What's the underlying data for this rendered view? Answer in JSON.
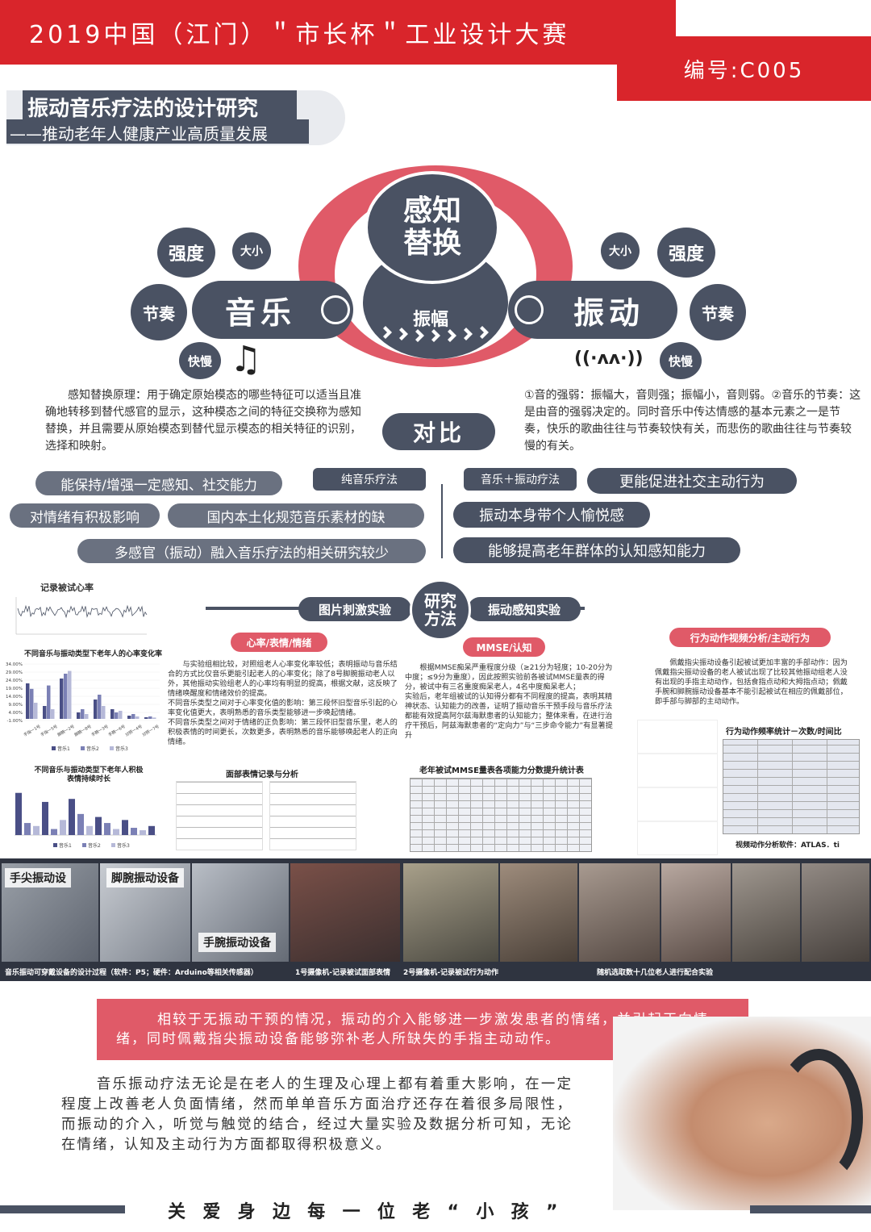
{
  "header": {
    "title": "2019中国（江门）＂市长杯＂工业设计大赛",
    "code": "编号:C005"
  },
  "main_title": {
    "line1": "振动音乐疗法的设计研究",
    "line2": "——推动老年人健康产业高质量发展"
  },
  "diagram": {
    "center": "感知\n替换",
    "left_main": "音乐",
    "right_main": "振动",
    "amplitude": "振幅",
    "left_tags": [
      "强度",
      "大小",
      "节奏",
      "快慢"
    ],
    "right_tags": [
      "大小",
      "强度",
      "节奏",
      "快慢"
    ],
    "compare": "对比"
  },
  "text_left": "感知替换原理：用于确定原始模态的哪些特征可以适当且准确地转移到替代感官的显示，这种模态之间的特征交换称为感知替换，并且需要从原始模态到替代显示模态的相关特征的识别，选择和映射。",
  "text_right": "①音的强弱：振幅大，音则强；振幅小，音则弱。②音乐的节奏：这是由音的强弱决定的。同时音乐中传达情感的基本元素之一是节奏，快乐的歌曲往往与节奏较快有关，而悲伤的歌曲往往与节奏较慢的有关。",
  "compare": {
    "left_header": "纯音乐疗法",
    "right_header": "音乐＋振动疗法",
    "left_items": [
      "能保持/增强一定感知、社交能力",
      "对情绪有积极影响",
      "国内本土化规范音乐素材的缺",
      "多感官（振动）融入音乐疗法的相关研究较少"
    ],
    "right_items": [
      "更能促进社交主动行为",
      "振动本身带个人愉悦感",
      "能够提高老年群体的认知感知能力"
    ]
  },
  "method": {
    "center": "研究\n方法",
    "left": "图片刺激实验",
    "right": "振动感知实验",
    "tag1": "心率/表情/情绪",
    "tag2": "MMSE/认知",
    "tag3": "行为动作视频分析/主动行为"
  },
  "charts": {
    "hr_title": "记录被试心率",
    "bar1_title": "不同音乐与振动类型下老年人的心率变化率",
    "bar1_legend": [
      "音乐1",
      "音乐2",
      "音乐3"
    ],
    "bar1_categories": [
      "手指一1号",
      "手指一5号",
      "脚腕一2号",
      "脚腕一8号",
      "手腕一3号",
      "手腕一6号",
      "对照一4号",
      "对照一7号"
    ],
    "bar1_series": [
      [
        22.0,
        8.0,
        25.0,
        4.0,
        12.0,
        6.0,
        2.0,
        1.0
      ],
      [
        18.6,
        20.7,
        28.0,
        6.0,
        15.0,
        4.0,
        3.0,
        1.5
      ],
      [
        10.0,
        6.0,
        29.7,
        3.0,
        8.0,
        5.0,
        1.5,
        0.8
      ]
    ],
    "bar1_ticks": [
      "34.00%",
      "29.00%",
      "24.00%",
      "19.00%",
      "14.00%",
      "9.00%",
      "4.00%",
      "-1.00%"
    ],
    "bar2_title": "不同音乐与振动类型下老年人积极表情持续时长",
    "bar2_legend": [
      "音乐1",
      "音乐2",
      "音乐3"
    ],
    "bar2_values": [
      70,
      20,
      15,
      55,
      10,
      25,
      60,
      35,
      15,
      30,
      20,
      10,
      25,
      12,
      8,
      15
    ]
  },
  "para1": "与实验组相比较，对照组老人心率变化率较低；表明振动与音乐结合的方式比仅音乐更能引起老人的心率变化；除了8号脚腕振动老人以外，其他振动实验组老人的心率均有明显的提高，根据文献，这反映了情绪唤醒度和情绪效价的提高。\n不同音乐类型之间对于心率变化值的影响：第三段怀旧型音乐引起的心率变化值更大，表明熟悉的音乐类型能够进一步唤起情绪。\n不同音乐类型之间对于情绪的正负影响：第三段怀旧型音乐里，老人的积极表情的时间更长，次数更多，表明熟悉的音乐能够唤起老人的正向情绪。",
  "face_title": "面部表情记录与分析",
  "para2": "根据MMSE痴呆严重程度分级（≥21分为轻度；10-20分为中度；≤9分为重度），因此按照实验前各被试MMSE量表的得分，被试中有三名重度痴呆老人，4名中度痴呆老人；\n实验后，老年组被试的认知得分都有不同程度的提高，表明其精神状态、认知能力的改善，证明了振动音乐干预手段与音乐疗法都能有效提高阿尔兹海默患者的认知能力；整体来看，在进行治疗干预后，阿兹海默患者的“定向力”与“三步命令能力”有显著提升",
  "mmse_title": "老年被试MMSE量表各项能力分数提升统计表",
  "para3": "佩戴指尖振动设备引起被试更加丰富的手部动作：因为佩戴指尖振动设备的老人被试出现了比较其他振动组老人没有出现的手指主动动作，包括食指点动和大拇指点动；佩戴手腕和脚腕振动设备基本不能引起被试在相应的佩戴部位，即手部与脚部的主动动作。",
  "behavior_title": "行为动作频率统计－次数/时间比",
  "software": "视频动作分析软件：ATLAS．ti",
  "photos": {
    "label1": "手尖振动设",
    "label2": "脚腕振动设备",
    "label3": "手腕振动设备"
  },
  "captions": [
    "音乐振动可穿戴设备的设计过程（软件：P5；硬件：Arduino等相关传感器）",
    "1号摄像机-记录被试面部表情",
    "2号摄像机-记录被试行为动作",
    "随机选取数十几位老人进行配合实验"
  ],
  "highlight": "相较于无振动干预的情况，振动的介入能够进一步激发患者的情绪，并引起正向情绪，同时佩戴指尖振动设备能够弥补老人所缺失的手指主动动作。",
  "conclusion": "音乐振动疗法无论是在老人的生理及心理上都有着重大影响，在一定程度上改善老人负面情绪，然而单单音乐方面治疗还存在着很多局限性，而振动的介入，听觉与触觉的结合，经过大量实验及数据分析可知，无论在情绪，认知及主动行为方面都取得积极意义。",
  "footer": "关  爱  身  边  每  一  位  老  “  小  孩  ”",
  "colors": {
    "red": "#d9252b",
    "slate": "#4a5263",
    "pink": "#e05a68"
  }
}
